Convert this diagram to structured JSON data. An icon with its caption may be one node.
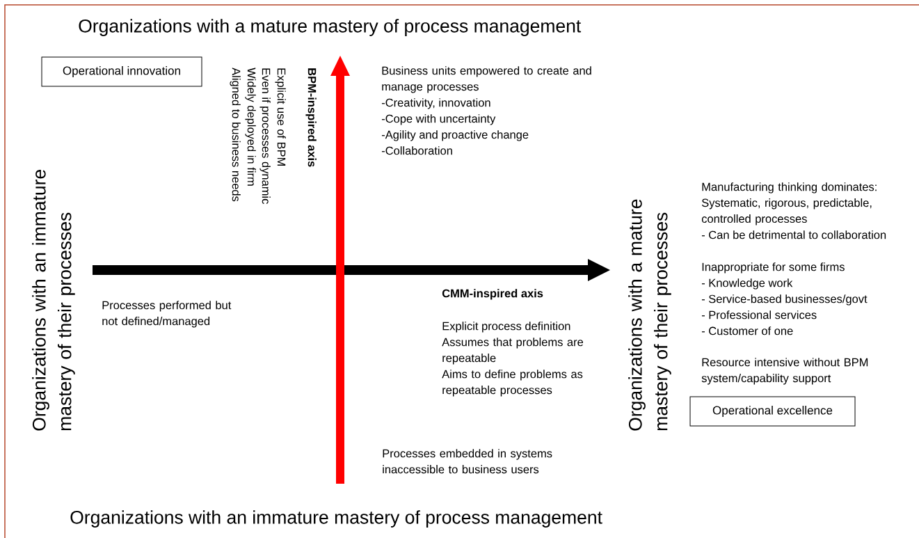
{
  "diagram": {
    "nodes": [
      {
        "text": [
          "Operational innovation"
        ]
      },
      {
        "text": [
          "Operational excellence"
        ]
      }
    ],
    "labels": [
      "Organizations with a mature mastery of process management",
      "Organizations with an immature mastery of their processes",
      "Explicit use of BPM",
      "Even if processes dynamic",
      "Widely deployed in firm",
      "Aligned to business needs",
      "BPM-inspired axis",
      "Business units empowered to create and manage processes",
      "-Creativity, innovation",
      "-Cope with uncertainty",
      "-Agility and proactive change",
      "-Collaboration",
      "Organizations with a mature mastery of their processes",
      "Manufacturing thinking dominates: Systematic, rigorous, predictable, controlled processes",
      "- Can be detrimental to collaboration",
      "Inappropriate for some firms",
      "- Knowledge work",
      "- Service-based businesses/govt",
      "- Professional services",
      "- Customer of one",
      "Resource intensive without BPM system/capability support",
      "Processes performed but not defined/managed",
      "CMM-inspired axis",
      "Explicit process definition",
      "Assumes that problems are repeatable",
      "Aims to define problems as repeatable processes",
      "Processes embedded in systems inaccessible to business users",
      "Organizations with an immature mastery of process management"
    ]
  }
}
